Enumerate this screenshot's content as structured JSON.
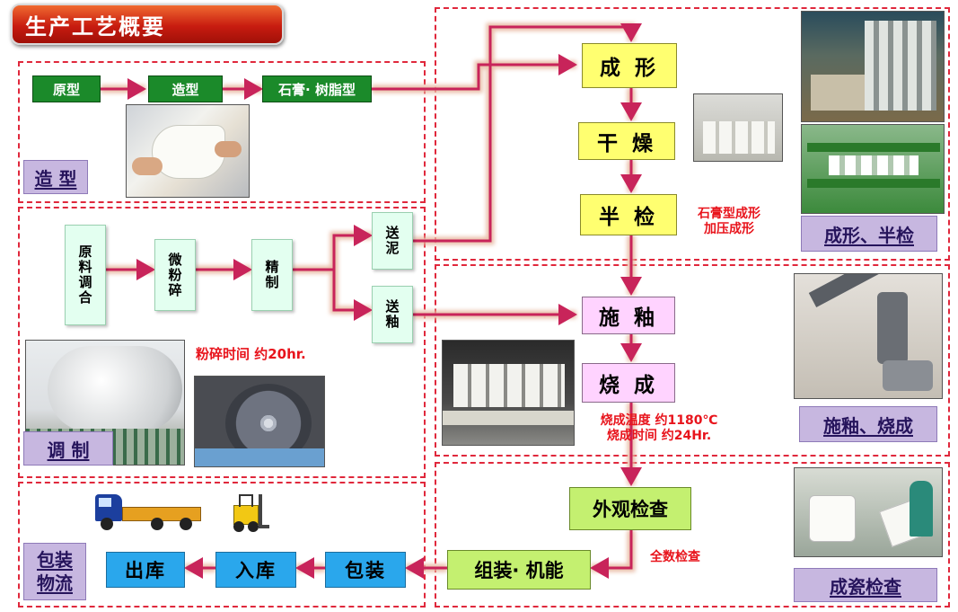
{
  "title": "生产工艺概要",
  "sections": {
    "molding": "造 型",
    "preparation": "调 制",
    "forming": "成形、半检",
    "glaze_firing": "施釉、烧成",
    "inspection": "成瓷检查",
    "logistics": "包装\n物流"
  },
  "molding_steps": [
    "原型",
    "造型",
    "石膏· 树脂型"
  ],
  "prep_steps": [
    "原料调合",
    "微粉碎",
    "精制"
  ],
  "send_clay": "送泥",
  "send_glaze": "送釉",
  "main_steps": {
    "forming": "成 形",
    "drying": "干 燥",
    "semi_inspect": "半 检",
    "glazing": "施 釉",
    "firing": "烧 成",
    "appearance_check": "外观检查",
    "assembly": "组装· 机能"
  },
  "logistics_steps": [
    "包装",
    "入库",
    "出库"
  ],
  "notes": {
    "forming_method": "石膏型成形\n加压成形",
    "grinding_time": "粉碎时间  约20hr.",
    "firing_info": "烧成温度  约1180℃\n烧成时间  约24Hr.",
    "full_check": "全数检查"
  },
  "colors": {
    "accent_red": "#e0283c",
    "arrow": "#c8245a",
    "step_green": "#1b8a2a",
    "step_yellow": "#ffff70",
    "step_pink": "#ffd3ff",
    "step_blue": "#2aa7ec",
    "label_purple": "#c7b7e0"
  },
  "icons": [
    "truck-icon",
    "forklift-icon"
  ]
}
